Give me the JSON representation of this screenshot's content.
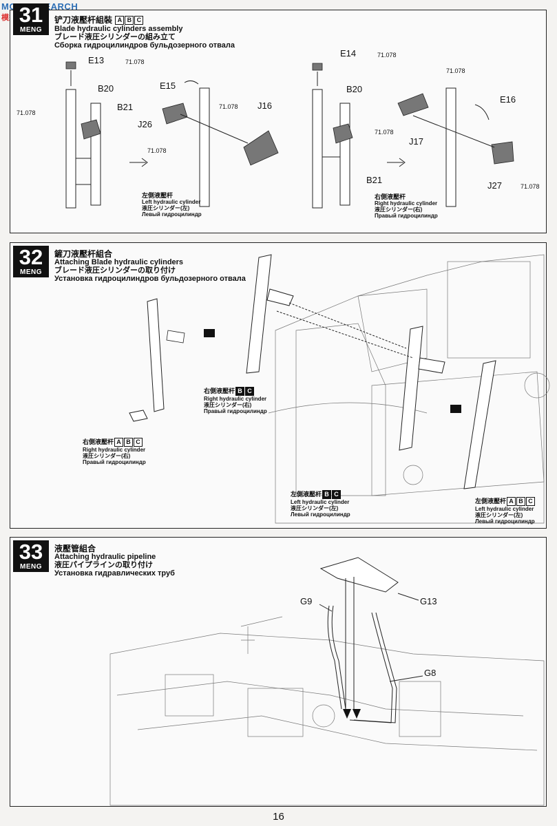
{
  "watermark": {
    "site": "MODEL SEARCH",
    "sub": "模型"
  },
  "step31": {
    "number": "31",
    "brand": "MENG",
    "title_cn": "铲刀液壓杆組裝",
    "title_en": "Blade hydraulic cylinders assembly",
    "title_jp": "ブレード液圧シリンダーの組み立て",
    "title_ru": "Сборка гидроцилиндров бульдозерного отвала",
    "versions": [
      "A",
      "B",
      "C"
    ],
    "left": {
      "parts": [
        "E13",
        "B20",
        "B21",
        "E15",
        "J16",
        "J26"
      ],
      "paint": "71.078",
      "caption": {
        "cn": "左側液壓杆",
        "en": "Left hydraulic cylinder",
        "jp": "液圧シリンダー(左)",
        "ru": "Левый гидроцилиндр"
      }
    },
    "right": {
      "parts": [
        "E14",
        "B20",
        "E16",
        "J17",
        "B21",
        "J27"
      ],
      "paint": "71.078",
      "caption": {
        "cn": "右側液壓杆",
        "en": "Right hydraulic cylinder",
        "jp": "液圧シリンダー(右)",
        "ru": "Правый гидроцилиндр"
      }
    }
  },
  "step32": {
    "number": "32",
    "brand": "MENG",
    "title_cn": "鏟刀液壓杆組合",
    "title_en": "Attaching Blade hydraulic cylinders",
    "title_jp": "ブレード液圧シリンダーの取り付け",
    "title_ru": "Установка гидроцилиндров бульдозерного отвала",
    "captions": [
      {
        "cn": "右側液壓杆",
        "en": "Right hydraulic cylinder",
        "jp": "液圧シリンダー(右)",
        "ru": "Правый гидроцилиндр",
        "versions": [
          "B",
          "C"
        ]
      },
      {
        "cn": "右側液壓杆",
        "en": "Right hydraulic cylinder",
        "jp": "液圧シリンダー(右)",
        "ru": "Правый гидроцилиндр",
        "versions": [
          "A",
          "B",
          "C"
        ]
      },
      {
        "cn": "左側液壓杆",
        "en": "Left hydraulic cylinder",
        "jp": "液圧シリンダー(左)",
        "ru": "Левый гидроцилиндр",
        "versions": [
          "B",
          "C"
        ]
      },
      {
        "cn": "左側液壓杆",
        "en": "Left hydraulic cylinder",
        "jp": "液圧シリンダー(左)",
        "ru": "Левый гидроцилиндр",
        "versions": [
          "A",
          "B",
          "C"
        ]
      }
    ]
  },
  "step33": {
    "number": "33",
    "brand": "MENG",
    "title_cn": "液壓管組合",
    "title_en": "Attaching hydraulic pipeline",
    "title_jp": "液圧パイプラインの取り付け",
    "title_ru": "Установка гидравлических труб",
    "parts": [
      "G9",
      "G13",
      "G8"
    ]
  },
  "page_number": "16"
}
